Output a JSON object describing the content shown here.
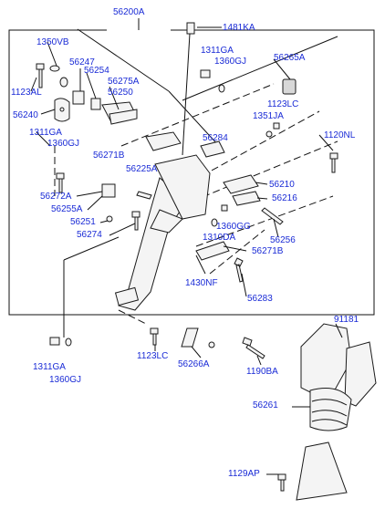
{
  "diagram": {
    "main_assembly_code": "56200A",
    "labels": {
      "l_56200A": "56200A",
      "l_1481KA": "1481KA",
      "l_1350VB": "1350VB",
      "l_1311GA_top": "1311GA",
      "l_1360GJ_top": "1360GJ",
      "l_56247": "56247",
      "l_56254": "56254",
      "l_56275A": "56275A",
      "l_56250": "56250",
      "l_1123AL": "1123AL",
      "l_56265A": "56265A",
      "l_1123LC_r": "1123LC",
      "l_1351JA": "1351JA",
      "l_56240": "56240",
      "l_1120NL": "1120NL",
      "l_1311GA_l": "1311GA",
      "l_1360GJ_l": "1360GJ",
      "l_56271B_top": "56271B",
      "l_56284": "56284",
      "l_56225A": "56225A",
      "l_56210": "56210",
      "l_56272A": "56272A",
      "l_56216": "56216",
      "l_56255A": "56255A",
      "l_56251": "56251",
      "l_1360GG": "1360GG",
      "l_56274": "56274",
      "l_1310DA": "1310DA",
      "l_56256": "56256",
      "l_56271B_mid": "56271B",
      "l_1430NF": "1430NF",
      "l_56283": "56283",
      "l_91181": "91181",
      "l_1311GA_bot": "1311GA",
      "l_1360GJ_bot": "1360GJ",
      "l_1123LC_bot": "1123LC",
      "l_56266A": "56266A",
      "l_1190BA": "1190BA",
      "l_56261": "56261",
      "l_1129AP": "1129AP"
    }
  }
}
